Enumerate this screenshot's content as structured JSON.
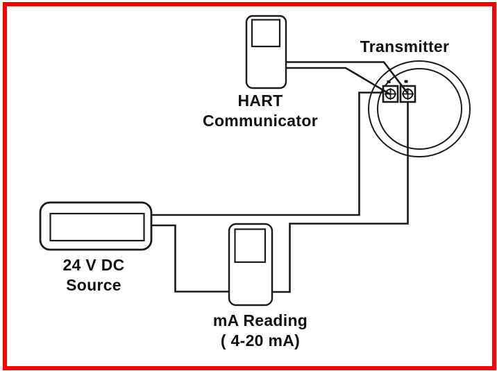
{
  "frame": {
    "border_color": "#fe0000",
    "background": "#ffffff"
  },
  "diagram": {
    "line_color": "#1a1a1a",
    "nodes": {
      "hart_communicator": {
        "label_line1": "HART",
        "label_line2": "Communicator"
      },
      "transmitter": {
        "label": "Transmitter",
        "terminal_icon": "screw-terminal-crosshair",
        "polarity_marks": 2
      },
      "dc_source": {
        "label_line1": "24 V DC",
        "label_line2": "Source"
      },
      "ma_meter": {
        "label_line1": "mA Reading",
        "label_line2": "( 4-20 mA)"
      }
    }
  }
}
